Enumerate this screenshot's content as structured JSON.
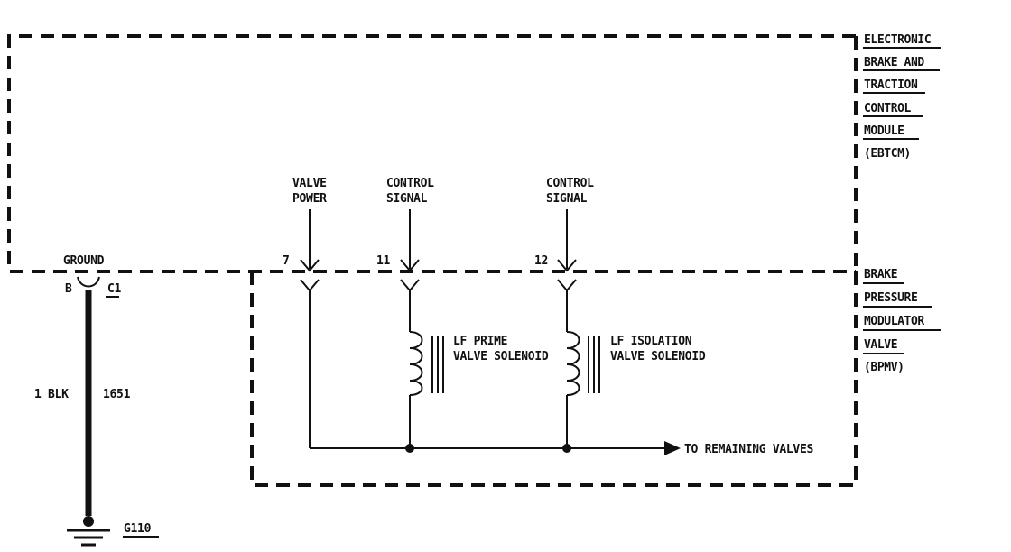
{
  "modules": {
    "ebtcm": {
      "lines": [
        "ELECTRONIC",
        "BRAKE AND",
        "TRACTION",
        "CONTROL",
        "MODULE",
        "(EBTCM)"
      ]
    },
    "bpmv": {
      "lines": [
        "BRAKE",
        "PRESSURE",
        "MODULATOR",
        "VALVE",
        "(BPMV)"
      ]
    }
  },
  "signals": {
    "valve_power": [
      "VALVE",
      "POWER"
    ],
    "control_signal_11": [
      "CONTROL",
      "SIGNAL"
    ],
    "control_signal_12": [
      "CONTROL",
      "SIGNAL"
    ]
  },
  "pins": {
    "p7": "7",
    "p11": "11",
    "p12": "12",
    "ground_pin": "B",
    "connector": "C1"
  },
  "ground": {
    "label": "GROUND",
    "wire_gauge_color": "1 BLK",
    "circuit_number": "1651",
    "ground_point": "G110"
  },
  "solenoids": {
    "prime": [
      "LF PRIME",
      "VALVE SOLENOID"
    ],
    "isolation": [
      "LF ISOLATION",
      "VALVE SOLENOID"
    ]
  },
  "remaining_valves": "TO REMAINING VALVES"
}
